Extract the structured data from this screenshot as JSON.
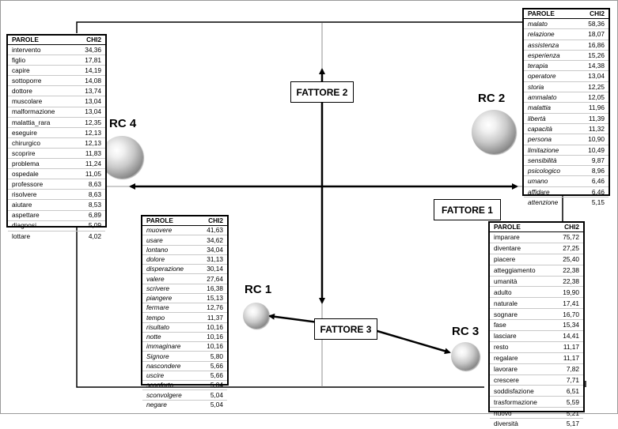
{
  "factors": {
    "f1": "FATTORE 1",
    "f2": "FATTORE 2",
    "f3": "FATTORE 3"
  },
  "clusters": {
    "rc1": "RC 1",
    "rc2": "RC 2",
    "rc3": "RC 3",
    "rc4": "RC 4"
  },
  "table_header": {
    "word": "PAROLE",
    "chi2": "CHI2"
  },
  "table_rc4": [
    [
      "intervento",
      "34,36"
    ],
    [
      "figlio",
      "17,81"
    ],
    [
      "capire",
      "14,19"
    ],
    [
      "sottoporre",
      "14,08"
    ],
    [
      "dottore",
      "13,74"
    ],
    [
      "muscolare",
      "13,04"
    ],
    [
      "malformazione",
      "13,04"
    ],
    [
      "malattia_rara",
      "12,35"
    ],
    [
      "eseguire",
      "12,13"
    ],
    [
      "chirurgico",
      "12,13"
    ],
    [
      "scoprire",
      "11,83"
    ],
    [
      "problema",
      "11,24"
    ],
    [
      "ospedale",
      "11,05"
    ],
    [
      "professore",
      "8,63"
    ],
    [
      "risolvere",
      "8,63"
    ],
    [
      "aiutare",
      "8,53"
    ],
    [
      "aspettare",
      "6,89"
    ],
    [
      "diagnosi",
      "5,09"
    ],
    [
      "lottare",
      "4,02"
    ]
  ],
  "table_rc2": [
    [
      "malato",
      "58,36"
    ],
    [
      "relazione",
      "18,07"
    ],
    [
      "assistenza",
      "16,86"
    ],
    [
      "esperienza",
      "15,26"
    ],
    [
      "terapia",
      "14,38"
    ],
    [
      "operatore",
      "13,04"
    ],
    [
      "storia",
      "12,25"
    ],
    [
      "ammalato",
      "12,05"
    ],
    [
      "malattia",
      "11,96"
    ],
    [
      "libertà",
      "11,39"
    ],
    [
      "capacità",
      "11,32"
    ],
    [
      "persona",
      "10,90"
    ],
    [
      "limitazione",
      "10,49"
    ],
    [
      "sensibilità",
      "9,87"
    ],
    [
      "psicologico",
      "8,96"
    ],
    [
      "umano",
      "6,46"
    ],
    [
      "affidare",
      "6,46"
    ],
    [
      "attenzione",
      "5,15"
    ]
  ],
  "table_rc1": [
    [
      "muovere",
      "41,63"
    ],
    [
      "usare",
      "34,62"
    ],
    [
      "lontano",
      "34,04"
    ],
    [
      "dolore",
      "31,13"
    ],
    [
      "disperazione",
      "30,14"
    ],
    [
      "valere",
      "27,64"
    ],
    [
      "scrivere",
      "16,38"
    ],
    [
      "piangere",
      "15,13"
    ],
    [
      "fermare",
      "12,76"
    ],
    [
      "tempo",
      "11,37"
    ],
    [
      "risultato",
      "10,16"
    ],
    [
      "notte",
      "10,16"
    ],
    [
      "immaginare",
      "10,16"
    ],
    [
      "Signore",
      "5,80"
    ],
    [
      "nascondere",
      "5,66"
    ],
    [
      "uscire",
      "5,66"
    ],
    [
      "sconforto",
      "5,04"
    ],
    [
      "sconvolgere",
      "5,04"
    ],
    [
      "negare",
      "5,04"
    ]
  ],
  "table_rc3": [
    [
      "imparare",
      "75,72"
    ],
    [
      "diventare",
      "27,25"
    ],
    [
      "piacere",
      "25,40"
    ],
    [
      "atteggiamento",
      "22,38"
    ],
    [
      "umanità",
      "22,38"
    ],
    [
      "adulto",
      "19,90"
    ],
    [
      "naturale",
      "17,41"
    ],
    [
      "sognare",
      "16,70"
    ],
    [
      "fase",
      "15,34"
    ],
    [
      "lasciare",
      "14,41"
    ],
    [
      "resto",
      "11,17"
    ],
    [
      "regalare",
      "11,17"
    ],
    [
      "lavorare",
      "7,82"
    ],
    [
      "crescere",
      "7,71"
    ],
    [
      "soddisfazione",
      "6,51"
    ],
    [
      "trasformazione",
      "5,59"
    ],
    [
      "nuovo",
      "5,21"
    ],
    [
      "diversità",
      "5,17"
    ]
  ]
}
